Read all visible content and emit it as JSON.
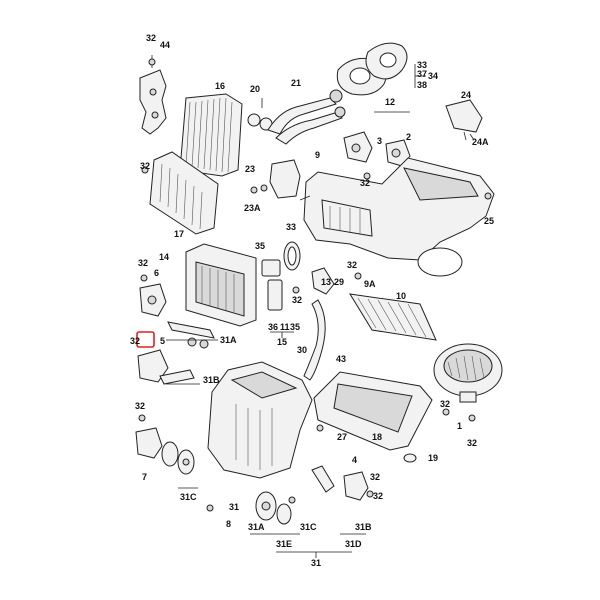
{
  "diagram": {
    "highlight_color": "#e02020",
    "labels": {
      "l32a": "32",
      "l44": "44",
      "l16": "16",
      "l20": "20",
      "l21": "21",
      "l33": "33",
      "l37": "37",
      "l38": "38",
      "l34": "34",
      "l12": "12",
      "l24": "24",
      "l24a": "24A",
      "l3": "3",
      "l2": "2",
      "l9": "9",
      "l32b": "32",
      "l23": "23",
      "l32c": "32",
      "l23a": "23A",
      "l25": "25",
      "l17": "17",
      "l14": "14",
      "l35": "35",
      "l33b": "33",
      "l32d": "32",
      "l6": "6",
      "l32e": "32",
      "l29": "29",
      "l9a": "9A",
      "l10": "10",
      "l13": "13",
      "l32f": "32",
      "l36": "36",
      "l11": "11",
      "l35b": "35",
      "l15": "15",
      "l31a": "31A",
      "l32g": "32",
      "l5": "5",
      "l30": "30",
      "l43": "43",
      "l31b": "31B",
      "l32h": "32",
      "l1": "1",
      "l32i": "32",
      "l32j": "32",
      "l27": "27",
      "l18": "18",
      "l19": "19",
      "l7": "7",
      "l4": "4",
      "l32k": "32",
      "l32l": "32",
      "l31c": "31C",
      "l31": "31",
      "l8": "8",
      "l31a2": "31A",
      "l31c2": "31C",
      "l31b2": "31B",
      "l31e": "31E",
      "l31d": "31D",
      "l31x": "31"
    }
  }
}
